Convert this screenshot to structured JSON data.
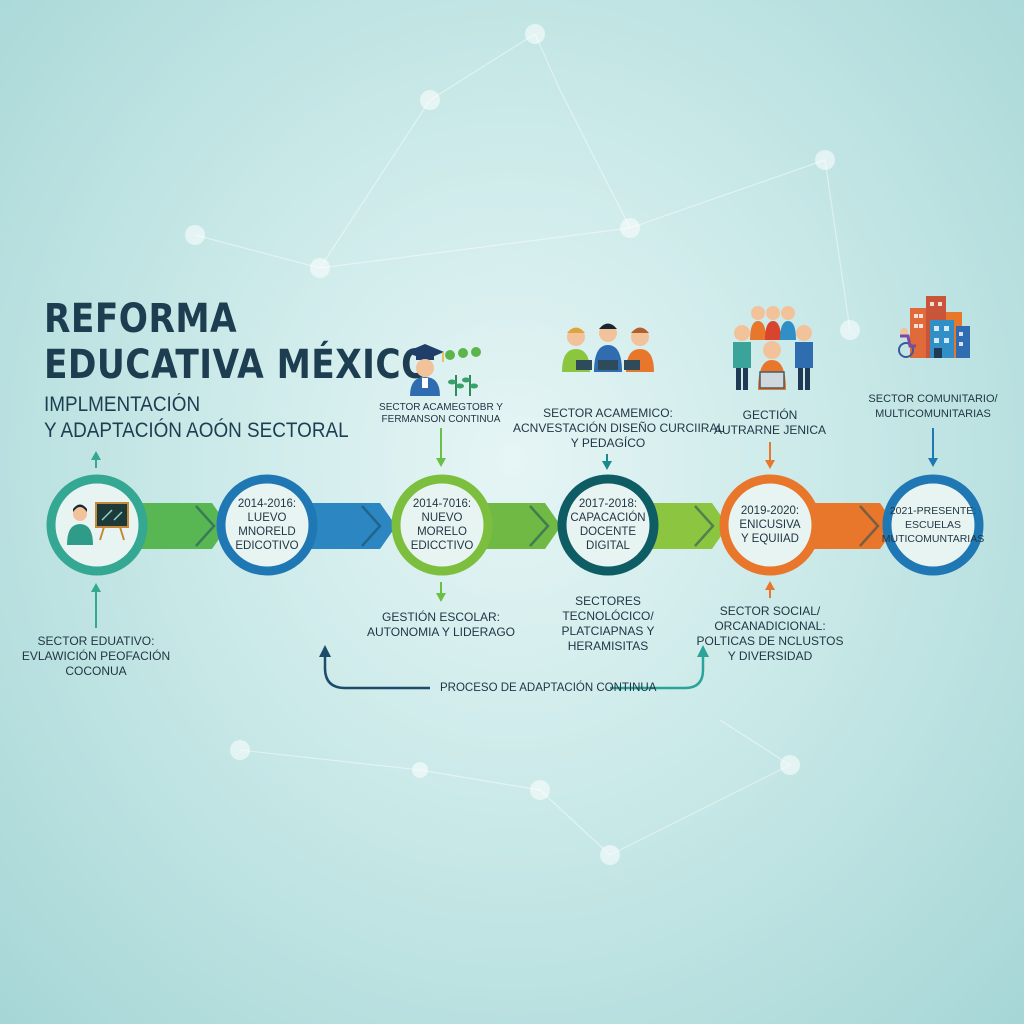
{
  "header": {
    "title_line1": "REFORMA",
    "title_line2": "EDUCATIVA MÉXICO",
    "subtitle_line1": "IMPLMENTACIÓN",
    "subtitle_line2": "Y ADAPTACIÓN AOÓN SECTORAL"
  },
  "timeline": {
    "nodes": [
      {
        "line1": "",
        "line2": "",
        "line3": "",
        "color": "#34a893"
      },
      {
        "line1": "2014-2016:",
        "line2": "LUEVO MNORELD",
        "line3": "EDICOTIVO",
        "color": "#1f78b4"
      },
      {
        "line1": "2014-7016:",
        "line2": "NUEVO MORELO",
        "line3": "EDICCTIVO",
        "color": "#7cbf3e"
      },
      {
        "line1": "2017-2018:",
        "line2": "CAPACACIÓN",
        "line3": "DOCENTE",
        "line4": "DIGITAL",
        "color": "#0f5d64"
      },
      {
        "line1": "2019-2020:",
        "line2": "ENICUSIVA",
        "line3": "Y EQUIIAD",
        "color": "#e8762b"
      },
      {
        "line1": "2021-PRESENTE:",
        "line2": "ESCUELAS",
        "line3": "MUTICOMUNTARIAS",
        "color": "#1f78b4"
      }
    ],
    "sector_labels": {
      "n0_bottom": [
        "SECTOR EDUATIVO:",
        "EVLAWICIÓN PEOFACIÓN",
        "COCONUA"
      ],
      "n2_top": [
        "SECTOR ACAMEGTOBR Y",
        "FERMANSON CONTINUA"
      ],
      "n2_bottom": [
        "GESTIÓN ESCOLAR:",
        "AUTONOMIA Y LIDERAGO"
      ],
      "n3_top": [
        "SECTOR ACAMEMICO:",
        "ACNVESTACIÓN DISEÑO CURCIIRAL",
        "Y PEDAGÍCO"
      ],
      "n3_bottom": [
        "SECTORES",
        "TECNOLÓCICO/",
        "PLATCIAPNAS Y",
        "HERAMISITAS"
      ],
      "n4_top": [
        "GECTIÓN",
        "AUTRARNE JENICA"
      ],
      "n4_bottom": [
        "SECTOR SOCIAL/",
        "ORCANADICIONAL:",
        "POLTICAS DE NCLUSTOS",
        "Y DIVERSIDAD"
      ],
      "n5_top": [
        "SECTOR COMUNITARIO/",
        "MULTICOMUNITARIAS"
      ]
    },
    "loop_label": "PROCESO DE ADAPTACIÓN CONTINUA"
  },
  "icons": [
    "teacher-chalkboard-icon",
    "graduate-plants-icon",
    "three-people-laptops-icon",
    "group-people-laptop-icon",
    "city-buildings-wheelchair-icon"
  ],
  "colors": {
    "green": "#6abf45",
    "blue": "#1f78b4",
    "teal": "#34a893",
    "dark_teal": "#0f5d64",
    "orange": "#e8762b"
  }
}
